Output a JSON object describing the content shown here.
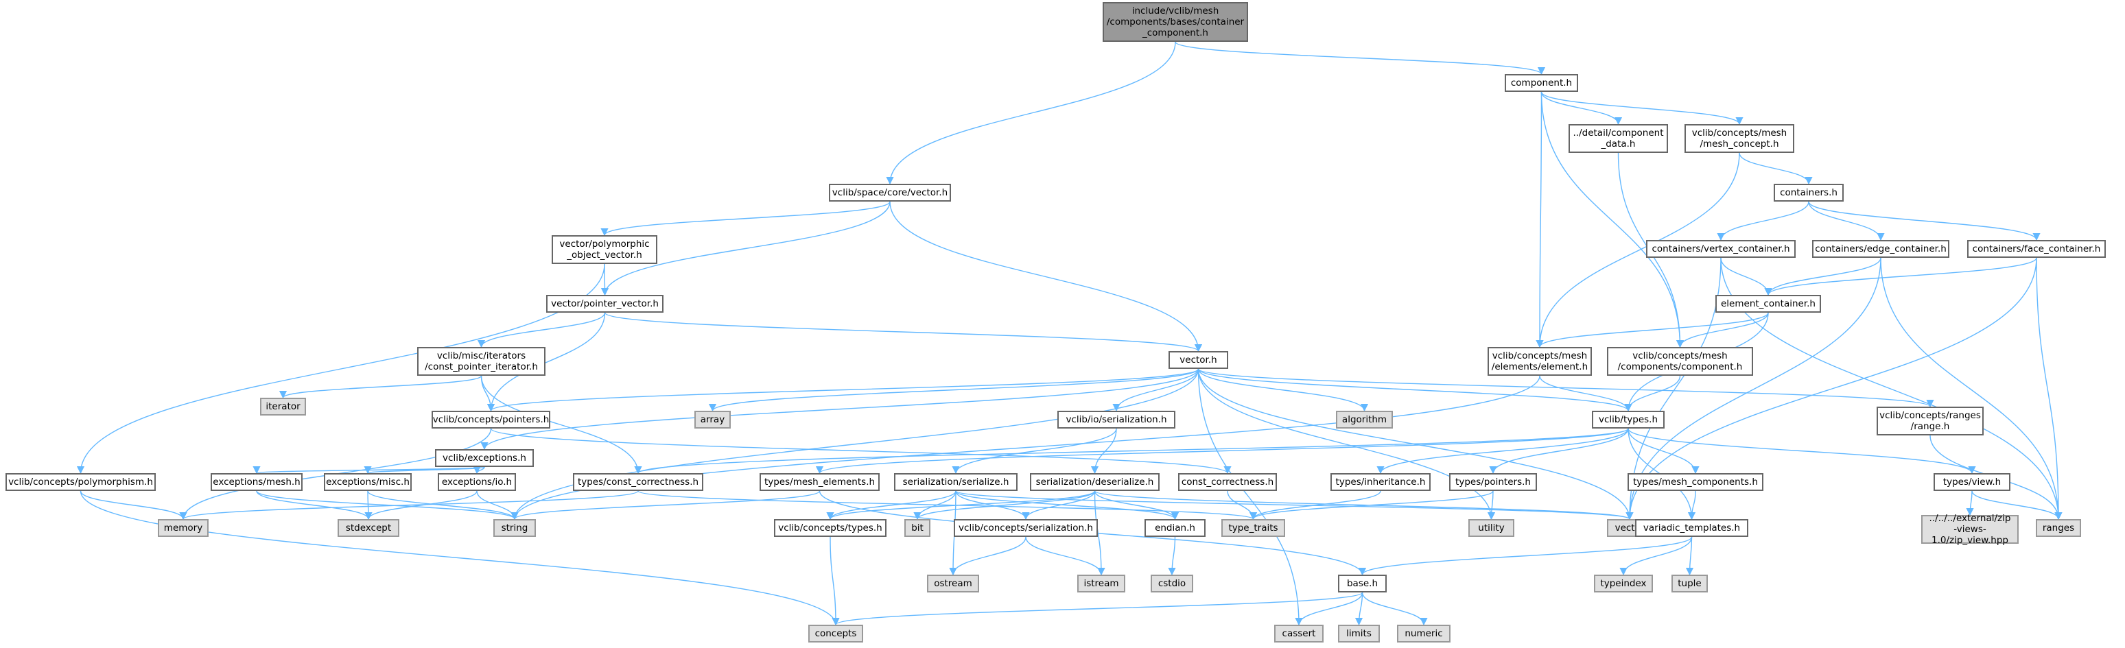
{
  "colors": {
    "edge": "#63b8ff",
    "node_border": "#666666",
    "sys_fill": "#e0e0e0",
    "root_fill": "#999999"
  },
  "nodes": {
    "root": "include/vclib/mesh\n/components/bases/container\n_component.h",
    "component_h": "component.h",
    "vector_space": "vclib/space/core/vector.h",
    "detail_component_data": "../detail/component\n_data.h",
    "mesh_concept": "vclib/concepts/mesh\n/mesh_concept.h",
    "containers_h": "containers.h",
    "polymorphic_object_vector": "vector/polymorphic\n_object_vector.h",
    "pointer_vector": "vector/pointer_vector.h",
    "vertex_container": "containers/vertex_container.h",
    "edge_container": "containers/edge_container.h",
    "face_container": "containers/face_container.h",
    "element_container": "element_container.h",
    "const_pointer_iterator": "vclib/misc/iterators\n/const_pointer_iterator.h",
    "vector_h": "vector.h",
    "mesh_elements_element": "vclib/concepts/mesh\n/elements/element.h",
    "mesh_components_component": "vclib/concepts/mesh\n/components/component.h",
    "iterator": "iterator",
    "concepts_pointers": "vclib/concepts/pointers.h",
    "array": "array",
    "io_serialization": "vclib/io/serialization.h",
    "algorithm": "algorithm",
    "vclib_types": "vclib/types.h",
    "ranges_range": "vclib/concepts/ranges\n/range.h",
    "vclib_exceptions": "vclib/exceptions.h",
    "concepts_polymorphism": "vclib/concepts/polymorphism.h",
    "exceptions_mesh": "exceptions/mesh.h",
    "exceptions_misc": "exceptions/misc.h",
    "exceptions_io": "exceptions/io.h",
    "types_const_correctness": "types/const_correctness.h",
    "types_mesh_elements": "types/mesh_elements.h",
    "serialization_serialize": "serialization/serialize.h",
    "serialization_deserialize": "serialization/deserialize.h",
    "const_correctness": "const_correctness.h",
    "types_inheritance": "types/inheritance.h",
    "types_pointers": "types/pointers.h",
    "types_mesh_components": "types/mesh_components.h",
    "types_view": "types/view.h",
    "memory": "memory",
    "stdexcept": "stdexcept",
    "string": "string",
    "concepts_types": "vclib/concepts/types.h",
    "bit": "bit",
    "concepts_serialization": "vclib/concepts/serialization.h",
    "endian_h": "endian.h",
    "type_traits": "type_traits",
    "utility": "utility",
    "vector_std": "vector",
    "variadic_templates": "variadic_templates.h",
    "zip_view": "../../../external/zip\n-views-1.0/zip_view.hpp",
    "ranges_std": "ranges",
    "ostream": "ostream",
    "istream": "istream",
    "cstdio": "cstdio",
    "base_h": "base.h",
    "typeindex": "typeindex",
    "tuple": "tuple",
    "concepts_std": "concepts",
    "cassert": "cassert",
    "limits": "limits",
    "numeric": "numeric"
  }
}
